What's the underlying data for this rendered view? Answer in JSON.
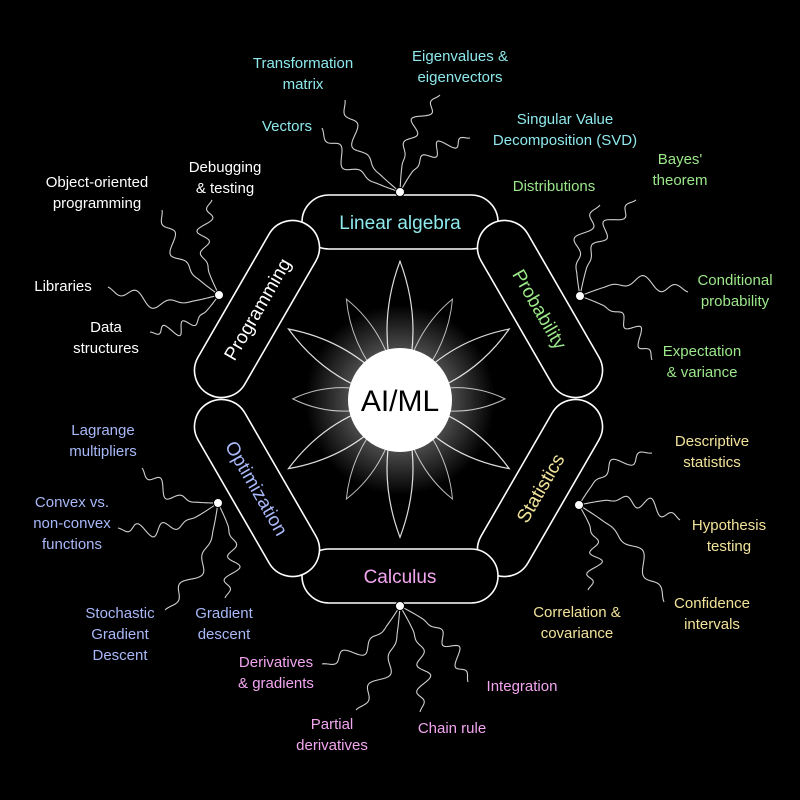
{
  "colors": {
    "background": "#000000",
    "white": "#ffffff",
    "linear_algebra": "#8ee8ec",
    "probability": "#9ce88a",
    "statistics": "#f2e39a",
    "calculus": "#f3a6f0",
    "optimization": "#a8b8f8",
    "programming": "#ffffff"
  },
  "center": {
    "label": "AI/ML"
  },
  "nodes": {
    "linear_algebra": {
      "label": "Linear algebra",
      "topics": [
        [
          "Transformation",
          "matrix"
        ],
        [
          "Eigenvalues &",
          "eigenvectors"
        ],
        [
          "Vectors"
        ],
        [
          "Singular Value",
          "Decomposition (SVD)"
        ]
      ]
    },
    "probability": {
      "label": "Probability",
      "topics": [
        [
          "Distributions"
        ],
        [
          "Bayes'",
          "theorem"
        ],
        [
          "Conditional",
          "probability"
        ],
        [
          "Expectation",
          "& variance"
        ]
      ]
    },
    "statistics": {
      "label": "Statistics",
      "topics": [
        [
          "Descriptive",
          "statistics"
        ],
        [
          "Hypothesis",
          "testing"
        ],
        [
          "Confidence",
          "intervals"
        ],
        [
          "Correlation &",
          "covariance"
        ]
      ]
    },
    "calculus": {
      "label": "Calculus",
      "topics": [
        [
          "Derivatives",
          "& gradients"
        ],
        [
          "Integration"
        ],
        [
          "Partial",
          "derivatives"
        ],
        [
          "Chain rule"
        ]
      ]
    },
    "optimization": {
      "label": "Optimization",
      "topics": [
        [
          "Lagrange",
          "multipliers"
        ],
        [
          "Convex vs.",
          "non-convex",
          "functions"
        ],
        [
          "Stochastic",
          "Gradient",
          "Descent"
        ],
        [
          "Gradient",
          "descent"
        ]
      ]
    },
    "programming": {
      "label": "Programming",
      "topics": [
        [
          "Object-oriented",
          "programming"
        ],
        [
          "Debugging",
          "& testing"
        ],
        [
          "Libraries"
        ],
        [
          "Data",
          "structures"
        ]
      ]
    }
  }
}
